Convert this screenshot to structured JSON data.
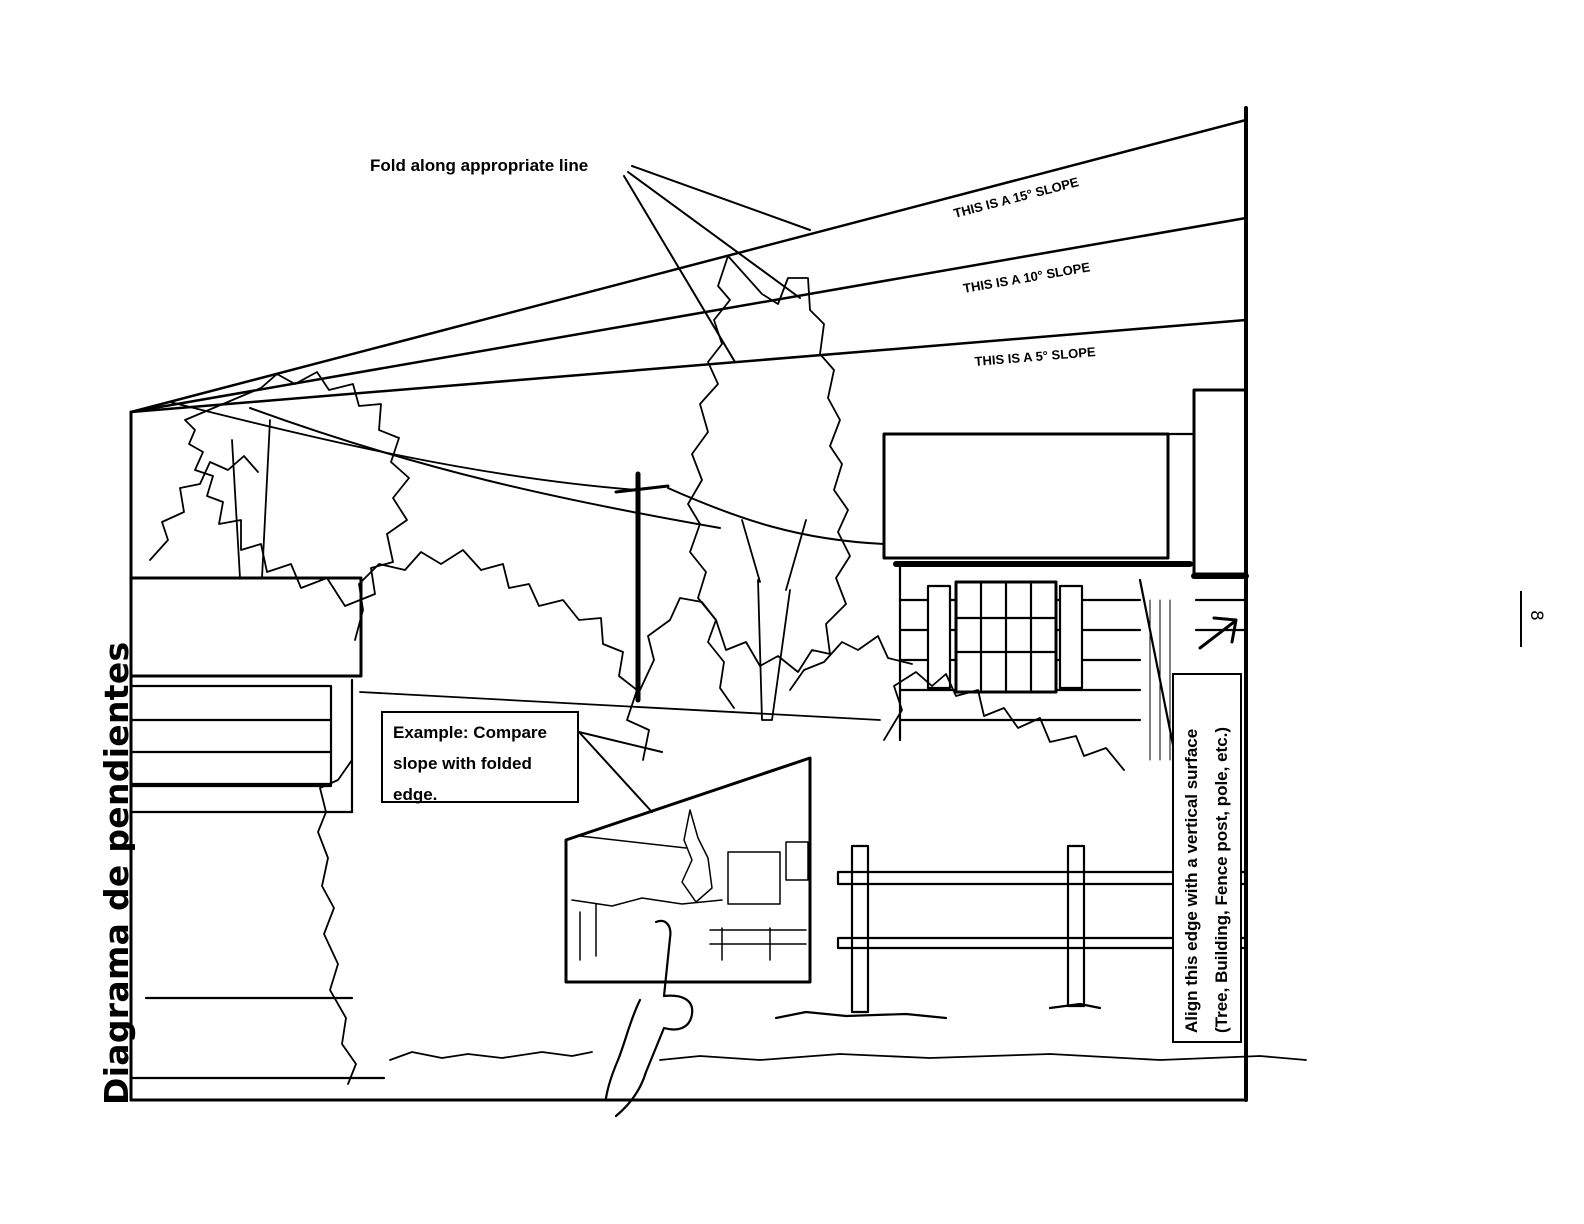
{
  "title": "Diagrama de pendientes",
  "page_number": "8",
  "fold_label": "Fold along appropriate line",
  "slopes": [
    {
      "label": "THIS IS A 15° SLOPE",
      "angle_deg": 15
    },
    {
      "label": "THIS IS A 10° SLOPE",
      "angle_deg": 10
    },
    {
      "label": "THIS IS A 5° SLOPE",
      "angle_deg": 5
    }
  ],
  "example_text": "Example: Compare slope with folded edge.",
  "align_text": {
    "line1": "Align this edge with a vertical surface",
    "line2": "(Tree, Building, Fence post, pole, etc.)"
  }
}
